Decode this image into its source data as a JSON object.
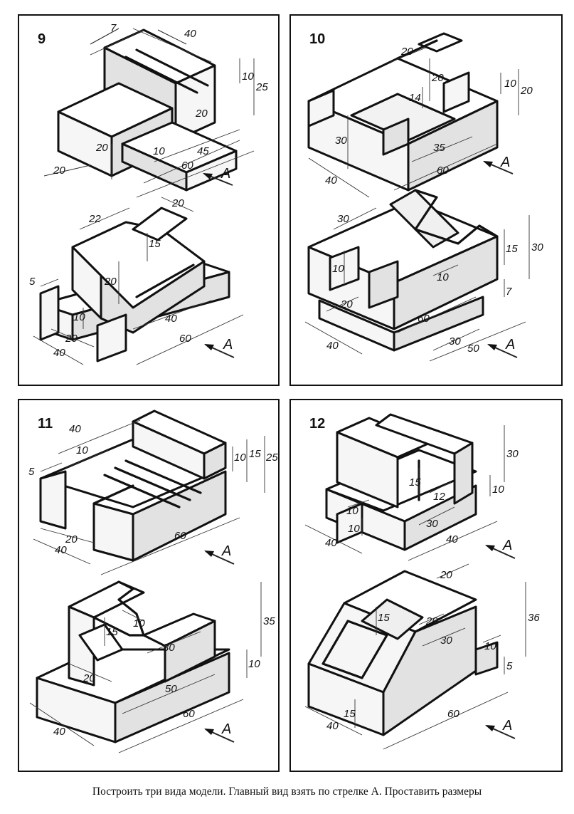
{
  "panels": [
    {
      "number": "9",
      "top": {
        "dims": [
          "7",
          "40",
          "10",
          "25",
          "20",
          "20",
          "10",
          "45",
          "60",
          "20"
        ]
      },
      "bottom": {
        "dims": [
          "22",
          "20",
          "15",
          "20",
          "5",
          "10",
          "20",
          "40",
          "40",
          "60"
        ]
      }
    },
    {
      "number": "10",
      "top": {
        "dims": [
          "20",
          "20",
          "14",
          "10",
          "20",
          "30",
          "35",
          "60",
          "40"
        ]
      },
      "bottom": {
        "dims": [
          "30",
          "15",
          "30",
          "10",
          "10",
          "20",
          "60",
          "7",
          "30",
          "50",
          "40"
        ]
      }
    },
    {
      "number": "11",
      "top": {
        "dims": [
          "40",
          "10",
          "5",
          "10",
          "15",
          "25",
          "20",
          "40",
          "60"
        ]
      },
      "bottom": {
        "dims": [
          "10",
          "15",
          "30",
          "20",
          "35",
          "10",
          "50",
          "60",
          "40"
        ]
      }
    },
    {
      "number": "12",
      "top": {
        "dims": [
          "30",
          "15",
          "12",
          "10",
          "10",
          "10",
          "30",
          "40",
          "40"
        ]
      },
      "bottom": {
        "dims": [
          "20",
          "15",
          "20",
          "30",
          "36",
          "10",
          "5",
          "15",
          "60",
          "40"
        ]
      }
    }
  ],
  "view_arrow_label": "A",
  "caption": "Построить три вида модели. Главный вид взять по стрелке A. Проставить размеры"
}
